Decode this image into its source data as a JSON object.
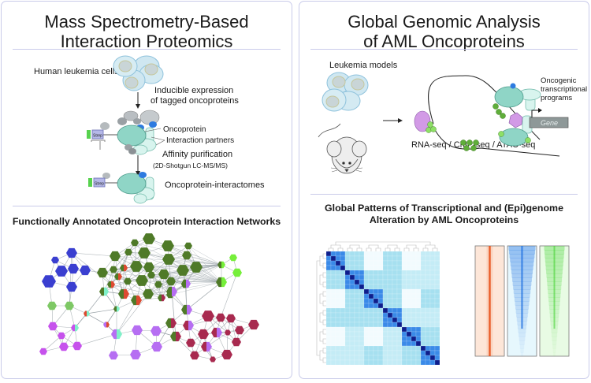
{
  "left_panel": {
    "title_line1": "Mass Spectrometry-Based",
    "title_line2": "Interaction Proteomics",
    "workflow": {
      "cells_label": "Human leukemia cells",
      "step1_line1": "Inducible expression",
      "step1_line2": "of tagged oncoproteins",
      "oncoprotein_label": "Oncoprotein",
      "partners_label": "Interaction partners",
      "tag_label": "Strep",
      "step2_line1": "Affinity purification",
      "step2_line2": "(2D-Shotgun LC-MS/MS)",
      "result_label": "Oncoprotein-interactomes"
    },
    "network_title": "Functionally Annotated Oncoprotein Interaction Networks",
    "network_colors": {
      "blue": "#3a3fd0",
      "dark_green": "#4f7a28",
      "light_green": "#7ec865",
      "lime": "#76ef3a",
      "purple": "#b66ef2",
      "magenta": "#c652ec",
      "crimson": "#a82a4f",
      "red": "#dd4a30",
      "mint": "#7ff0c8"
    }
  },
  "right_panel": {
    "title_line1": "Global Genomic Analysis",
    "title_line2": "of AML Oncoproteins",
    "models_label": "Leukemia models",
    "programs_line1": "Oncogenic",
    "programs_line2": "transcriptional",
    "programs_line3": "programs",
    "gene_label": "Gene",
    "methods_label": "RNA-seq / ChIP-seq / ATAC-seq",
    "patterns_line1": "Global Patterns of Transcriptional and (Epi)genome",
    "patterns_line2": "Alteration by AML Oncoproteins",
    "heatmap": {
      "size": 24,
      "block_size": 4,
      "colors": {
        "diag": "#0d1e8c",
        "block": "#3a8ae8",
        "high": "#a6e0f0",
        "mid": "#c4ecf6",
        "low": "#f2fbfe"
      }
    },
    "tracks": [
      {
        "name": "orange-track",
        "color": "#e8501a",
        "bg": "#fde6d8"
      },
      {
        "name": "blue-track",
        "color": "#1d6fe0",
        "bg": "#e6f7fd"
      },
      {
        "name": "green-track",
        "color": "#3cd02a",
        "bg": "#e8fbe4"
      }
    ]
  }
}
